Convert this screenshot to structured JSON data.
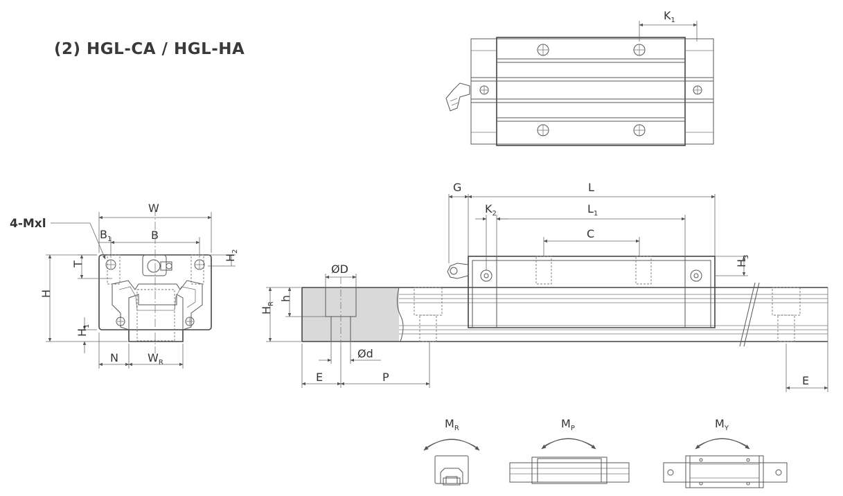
{
  "title": "(2) HGL-CA / HGL-HA",
  "labels": {
    "W": "W",
    "B": "B",
    "B1": "B",
    "B1_sub": "1",
    "mxl": "4-Mxl",
    "T": "T",
    "H": "H",
    "H1": "H",
    "H1_sub": "1",
    "H2": "H",
    "H2_sub": "2",
    "N": "N",
    "WR": "W",
    "WR_sub": "R",
    "K1": "K",
    "K1_sub": "1",
    "G": "G",
    "L": "L",
    "K2": "K",
    "K2_sub": "2",
    "L1": "L",
    "L1_sub": "1",
    "C": "C",
    "H3": "H",
    "H3_sub": "3",
    "OD": "ØD",
    "h": "h",
    "HR": "H",
    "HR_sub": "R",
    "Od": "Ød",
    "E_left": "E",
    "P": "P",
    "E_right": "E",
    "MR": "M",
    "MR_sub": "R",
    "MP": "M",
    "MP_sub": "P",
    "MY": "M",
    "MY_sub": "Y"
  },
  "colors": {
    "line": "#444444",
    "rail_fill": "#d9d9d9",
    "text": "#333333"
  }
}
